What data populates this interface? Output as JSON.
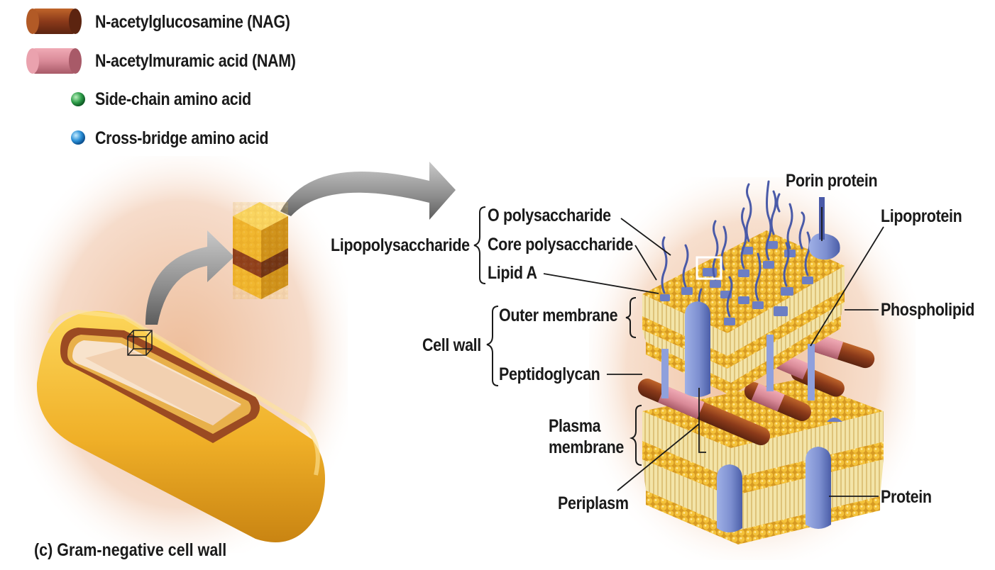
{
  "legend": {
    "nag": "N-acetylglucosamine (NAG)",
    "nam": "N-acetylmuramic acid (NAM)",
    "side_chain": "Side-chain amino acid",
    "cross_bridge": "Cross-bridge amino acid"
  },
  "labels": {
    "lipopolysaccharide": "Lipopolysaccharide",
    "o_polysaccharide": "O polysaccharide",
    "core_polysaccharide": "Core polysaccharide",
    "lipid_a": "Lipid A",
    "cell_wall": "Cell wall",
    "outer_membrane": "Outer membrane",
    "peptidoglycan": "Peptidoglycan",
    "plasma_membrane_1": "Plasma",
    "plasma_membrane_2": "membrane",
    "periplasm": "Periplasm",
    "porin_protein": "Porin protein",
    "lipoprotein": "Lipoprotein",
    "phospholipid": "Phospholipid",
    "protein": "Protein"
  },
  "caption": {
    "letter": "(c)",
    "text": "Gram-negative cell wall"
  },
  "colors": {
    "nag": "#8b3a1a",
    "nam": "#d98a98",
    "side_chain": "#2f9e4a",
    "cross_bridge": "#2a8fd6",
    "membrane_gold": "#e8b332",
    "protein_blue": "#7d8fd0",
    "background_glow": "#f1cdb2"
  }
}
